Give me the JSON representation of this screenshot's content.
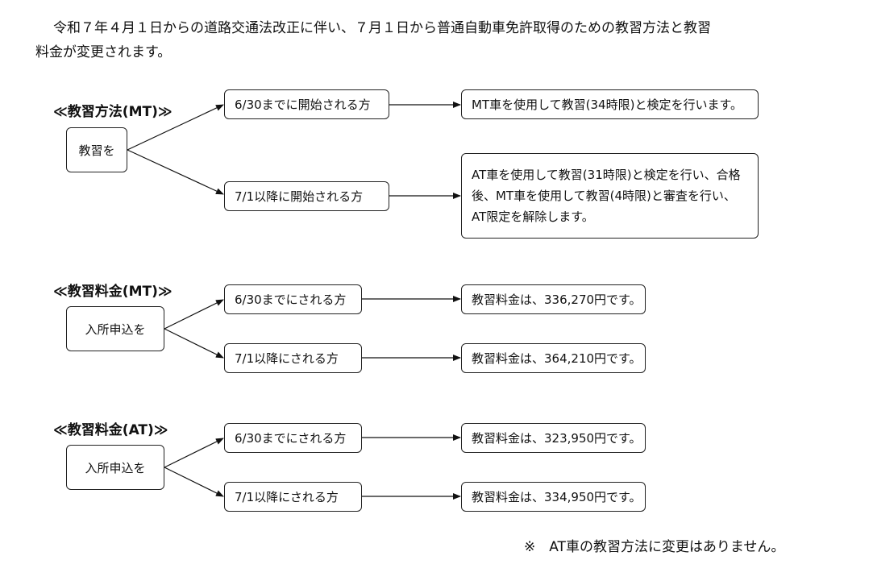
{
  "intro": {
    "line1": "令和７年４月１日からの道路交通法改正に伴い、７月１日から普通自動車免許取得のための教習方法と教習",
    "line2": "料金が変更されます。"
  },
  "sections": [
    {
      "heading": "≪教習方法(MT)≫",
      "source": "教習を",
      "branches": [
        {
          "condition": "6/30までに開始される方",
          "result": "MT車を使用して教習(34時限)と検定を行います。"
        },
        {
          "condition": "7/1以降に開始される方",
          "result": "AT車を使用して教習(31時限)と検定を行い、合格後、MT車を使用して教習(4時限)と審査を行い、AT限定を解除します。"
        }
      ]
    },
    {
      "heading": "≪教習料金(MT)≫",
      "source": "入所申込を",
      "branches": [
        {
          "condition": "6/30までにされる方",
          "result": "教習料金は、336,270円です。"
        },
        {
          "condition": "7/1以降にされる方",
          "result": "教習料金は、364,210円です。"
        }
      ]
    },
    {
      "heading": "≪教習料金(AT)≫",
      "source": "入所申込を",
      "branches": [
        {
          "condition": "6/30までにされる方",
          "result": "教習料金は、323,950円です。"
        },
        {
          "condition": "7/1以降にされる方",
          "result": "教習料金は、334,950円です。"
        }
      ]
    }
  ],
  "footnote": "※　AT車の教習方法に変更はありません。"
}
